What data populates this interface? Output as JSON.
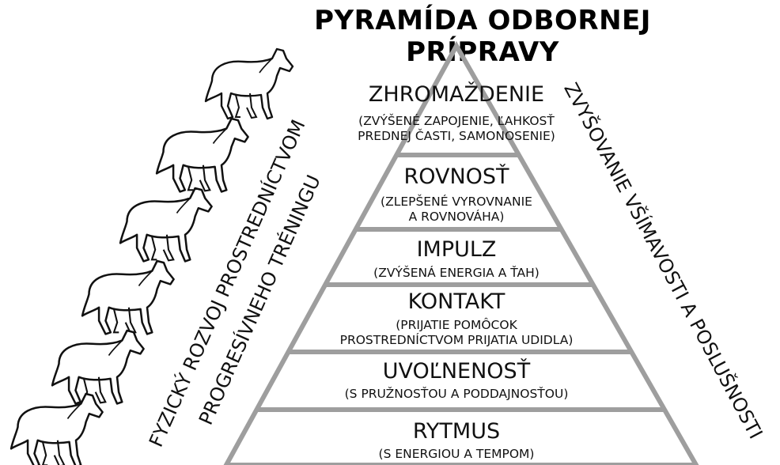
{
  "title": "PYRAMÍDA ODBORNEJ PRÍPRAVY",
  "levels": [
    {
      "title": "ZHROMAŽDENIE",
      "desc": [
        "(ZVÝŠENÉ ZAPOJENIE, ĽAHKOSŤ",
        "PREDNEJ ČASTI, SAMONOSENIE)"
      ]
    },
    {
      "title": "ROVNOSŤ",
      "desc": [
        "(ZLEPŠENÉ VYROVNANIE",
        "A ROVNOVÁHA)"
      ]
    },
    {
      "title": "IMPULZ",
      "desc": [
        "(ZVÝŠENÁ ENERGIA A ŤAH)"
      ]
    },
    {
      "title": "KONTAKT",
      "desc": [
        "(PRIJATIE POMÔCOK",
        "PROSTREDNÍCTVOM PRIJATIA UDIDLA)"
      ]
    },
    {
      "title": "UVOĽNENOSŤ",
      "desc": [
        "(S PRUŽNOSŤOU A PODDAJNOSŤOU)"
      ]
    },
    {
      "title": "RYTMUS",
      "desc": [
        "(S ENERGIOU A TEMPOM)"
      ]
    }
  ],
  "left_text": {
    "line1": "FYZICKÝ ROZVOJ PROSTREDNÍCTVOM",
    "line2": "PROGRESÍVNEHO TRÉNINGU"
  },
  "right_text": "ZVYŠOVANIE VŠÍMAVOSTI A POSLUŠNOSTI",
  "icons": [
    "horse-icon",
    "horse-icon",
    "horse-icon",
    "horse-icon",
    "horse-icon",
    "horse-icon"
  ],
  "colors": {
    "pyramid": "#9e9e9e",
    "text": "#111111",
    "background": "#ffffff"
  }
}
